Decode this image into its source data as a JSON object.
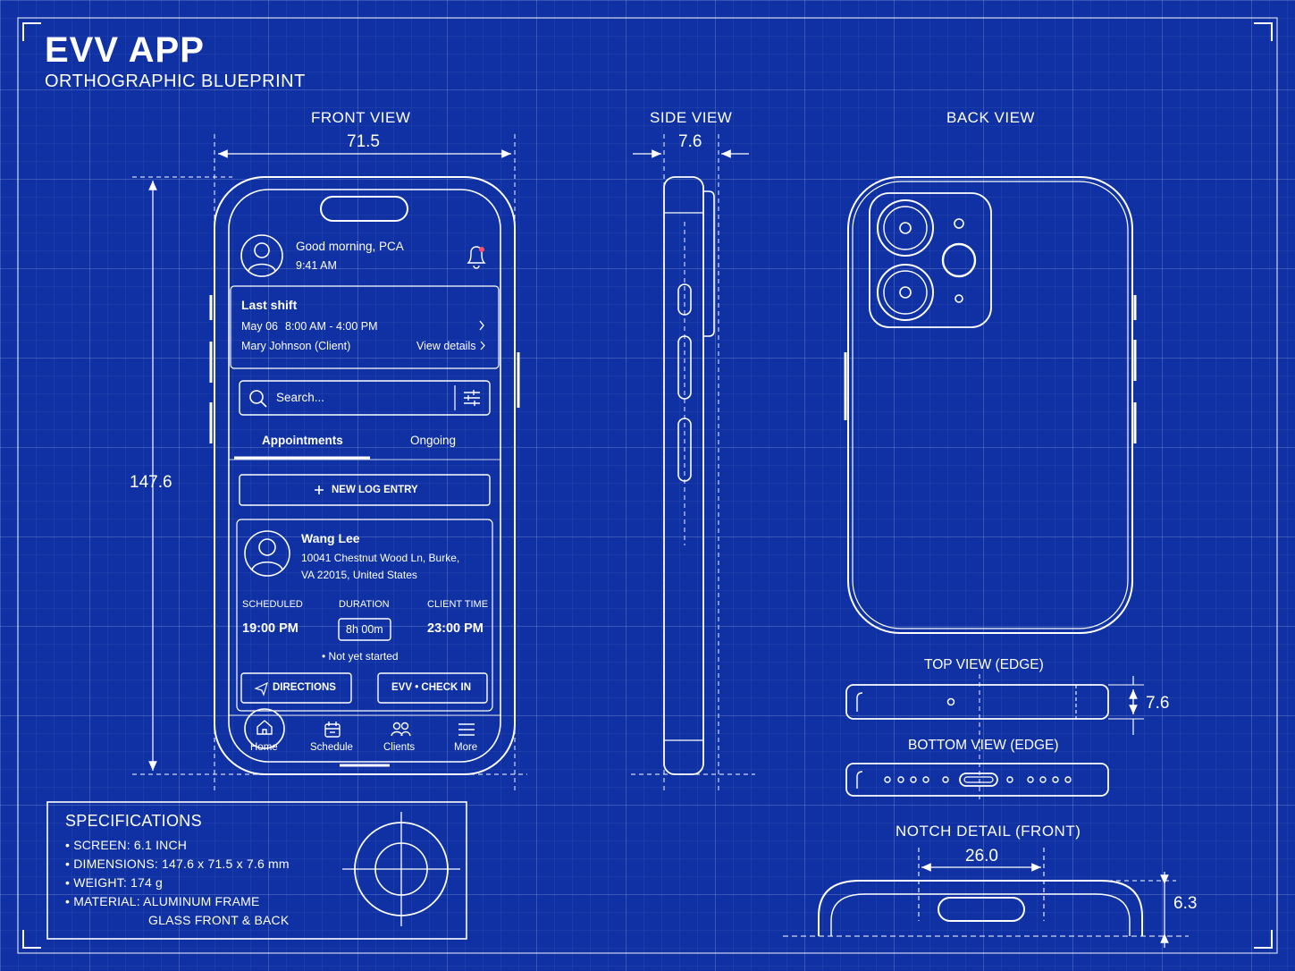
{
  "title": "EVV APP",
  "subtitle": "ORTHOGRAPHIC BLUEPRINT",
  "views": {
    "front": "FRONT VIEW",
    "side": "SIDE VIEW",
    "back": "BACK VIEW",
    "top_edge": "TOP VIEW (EDGE)",
    "bottom_edge": "BOTTOM VIEW (EDGE)",
    "notch": "NOTCH DETAIL (FRONT)"
  },
  "dimensions": {
    "width": "71.5",
    "height": "147.6",
    "depth": "7.6",
    "top_depth": "7.6",
    "notch_width": "26.0",
    "notch_height": "6.3"
  },
  "screen": {
    "greeting": "Good morning, PCA",
    "time": "9:41 AM",
    "last_shift": {
      "title": "Last shift",
      "date": "May 06",
      "hours": "8:00 AM - 4:00 PM",
      "client": "Mary Johnson (Client)",
      "link": "View details"
    },
    "search_placeholder": "Search...",
    "tabs": [
      "Appointments",
      "Ongoing"
    ],
    "new_entry": "NEW LOG ENTRY",
    "appointment": {
      "name": "Wang Lee",
      "address1": "10041 Chestnut Wood Ln, Burke,",
      "address2": "VA 22015, United States",
      "scheduled_label": "SCHEDULED",
      "scheduled": "19:00 PM",
      "duration_label": "DURATION",
      "duration": "8h 00m",
      "client_time_label": "CLIENT TIME",
      "client_time": "23:00 PM",
      "status": "• Not yet started",
      "directions": "DIRECTIONS",
      "check_in": "EVV • CHECK IN"
    },
    "nav": [
      "Home",
      "Schedule",
      "Clients",
      "More"
    ]
  },
  "specifications": {
    "title": "SPECIFICATIONS",
    "items": [
      "• SCREEN: 6.1 INCH",
      "• DIMENSIONS: 147.6 x 71.5 x 7.6 mm",
      "• WEIGHT: 174 g",
      "• MATERIAL: ALUMINUM FRAME"
    ],
    "material_line2": "GLASS FRONT & BACK"
  },
  "colors": {
    "background": "#0f31a3",
    "lines": "#ffffff",
    "notification_dot": "#ff4d6d"
  }
}
